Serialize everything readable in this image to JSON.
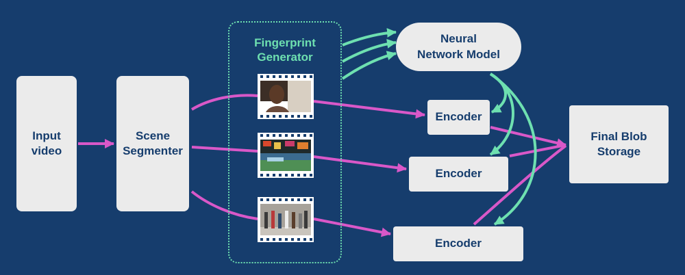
{
  "nodes": {
    "input": "Input\nvideo",
    "segmenter": "Scene\nSegmenter",
    "fingerprint": "Fingerprint\nGenerator",
    "neural": "Neural\nNetwork Model",
    "encoders": [
      "Encoder",
      "Encoder",
      "Encoder"
    ],
    "blob": "Final Blob\nStorage"
  },
  "thumbnails": [
    "portrait-scene",
    "city-traffic-scene",
    "street-crowd-scene"
  ],
  "colors": {
    "background": "#163d6d",
    "box": "#ebebeb",
    "box_text": "#163d6d",
    "accent_green": "#6ee0b0",
    "accent_magenta": "#d958c8"
  }
}
